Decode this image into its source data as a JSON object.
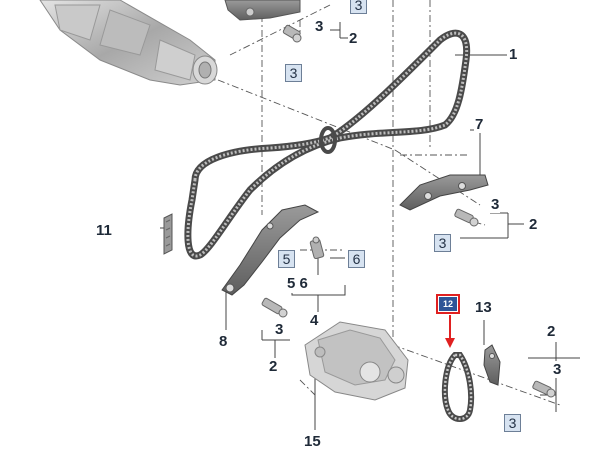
{
  "diagram": {
    "highlight_color": "#e02020",
    "label_box_color": "#d7e3f1",
    "callouts": {
      "c1": "1",
      "c2_right": "2",
      "c2_top": "2",
      "c2_lower_left": "2",
      "c2_far_right": "2",
      "c3_top_boxed": "3",
      "c3_top_plain": "3",
      "c3_top_boxed_b": "3",
      "c3_right_plain": "3",
      "c3_right_boxed": "3",
      "c3_left_plain": "3",
      "c3_far_right_plain": "3",
      "c3_far_right_boxed": "3",
      "c4": "4",
      "c5_boxed": "5",
      "c5_6_plain": "5 6",
      "c6_boxed": "6",
      "c7": "7",
      "c8": "8",
      "c11": "11",
      "c12": "12",
      "c13": "13",
      "c15": "15"
    }
  }
}
